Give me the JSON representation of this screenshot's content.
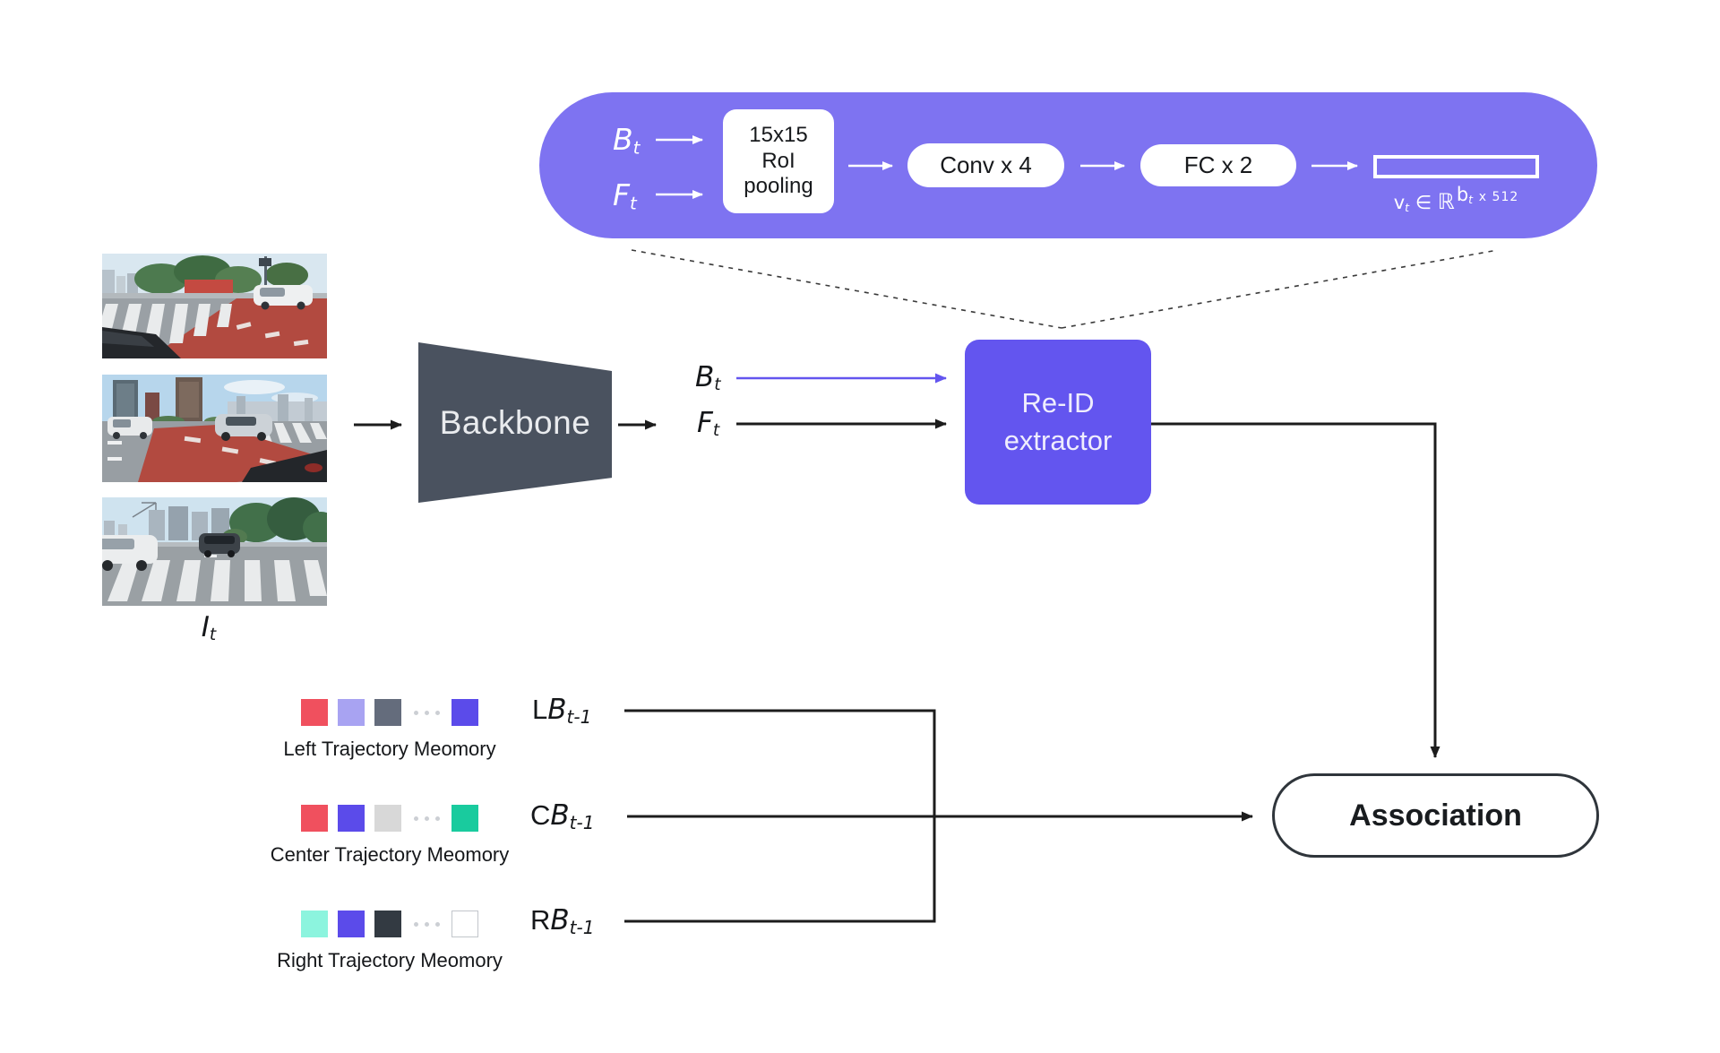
{
  "colors": {
    "pill_purple": "#7E73F1",
    "reid_purple": "#6355EF",
    "backbone_slate": "#4A525F",
    "arrow_black": "#1c1c1c",
    "arrow_purple": "#6355EF",
    "association_border": "#2F353B"
  },
  "expanded_view": {
    "b_input": "B",
    "b_input_sub": "t",
    "f_input": "F",
    "f_input_sub": "t",
    "roi_line1": "15x15",
    "roi_line2": "RoI",
    "roi_line3": "pooling",
    "conv_label": "Conv x 4",
    "fc_label": "FC x 2",
    "vec_v": "v",
    "vec_v_sub": "t",
    "vec_in": "∈",
    "vec_r": "ℝ",
    "vec_sup_b": "b",
    "vec_sup_b_sub": "t",
    "vec_sup_rest": "x 512"
  },
  "input": {
    "image_label": "I",
    "image_label_sub": "t"
  },
  "backbone": {
    "label": "Backbone"
  },
  "features": {
    "b_label": "B",
    "b_sub": "t",
    "f_label": "F",
    "f_sub": "t"
  },
  "reid": {
    "line1": "Re-ID",
    "line2": "extractor"
  },
  "association": {
    "label": "Association"
  },
  "memories": [
    {
      "label": "Left Trajectory Meomory",
      "tag_prefix": "L",
      "tag_b": "B",
      "tag_sub": "t-1",
      "colors": [
        "#F0505E",
        "#A8A3F2",
        "#646C7C",
        "#5B4BEA"
      ]
    },
    {
      "label": "Center Trajectory Meomory",
      "tag_prefix": "C",
      "tag_b": "B",
      "tag_sub": "t-1",
      "colors": [
        "#F0505E",
        "#5B4BEA",
        "#D8D8D8",
        "#19CB9E"
      ]
    },
    {
      "label": "Right Trajectory Meomory",
      "tag_prefix": "R",
      "tag_b": "B",
      "tag_sub": "t-1",
      "colors": [
        "#8CF4DE",
        "#5B4BEA",
        "#333A42",
        "#FFFFFF"
      ]
    }
  ]
}
